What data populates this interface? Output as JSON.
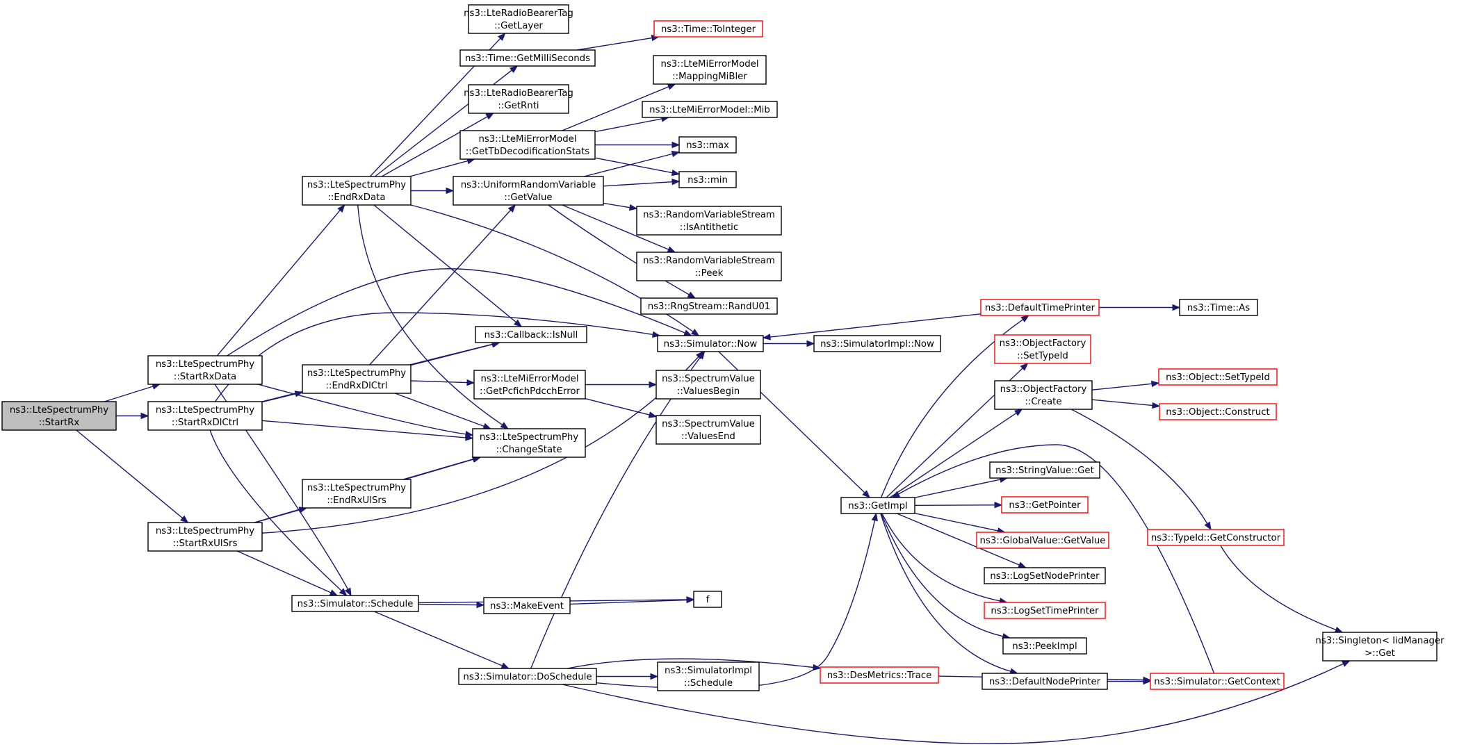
{
  "nodes": [
    {
      "id": "startRx",
      "lines": [
        "ns3::LteSpectrumPhy",
        "::StartRx"
      ],
      "kind": "root"
    },
    {
      "id": "startRxData",
      "lines": [
        "ns3::LteSpectrumPhy",
        "::StartRxData"
      ]
    },
    {
      "id": "startRxDlCtrl",
      "lines": [
        "ns3::LteSpectrumPhy",
        "::StartRxDlCtrl"
      ]
    },
    {
      "id": "startRxUlSrs",
      "lines": [
        "ns3::LteSpectrumPhy",
        "::StartRxUlSrs"
      ]
    },
    {
      "id": "endRxData",
      "lines": [
        "ns3::LteSpectrumPhy",
        "::EndRxData"
      ]
    },
    {
      "id": "endRxDlCtrl",
      "lines": [
        "ns3::LteSpectrumPhy",
        "::EndRxDlCtrl"
      ]
    },
    {
      "id": "endRxUlSrs",
      "lines": [
        "ns3::LteSpectrumPhy",
        "::EndRxUlSrs"
      ]
    },
    {
      "id": "schedule",
      "lines": [
        "ns3::Simulator::Schedule"
      ]
    },
    {
      "id": "getLayer",
      "lines": [
        "ns3::LteRadioBearerTag",
        "::GetLayer"
      ]
    },
    {
      "id": "getMilli",
      "lines": [
        "ns3::Time::GetMilliSeconds"
      ]
    },
    {
      "id": "getRnti",
      "lines": [
        "ns3::LteRadioBearerTag",
        "::GetRnti"
      ]
    },
    {
      "id": "getTbDecod",
      "lines": [
        "ns3::LteMiErrorModel",
        "::GetTbDecodificationStats"
      ]
    },
    {
      "id": "uniformGetValue",
      "lines": [
        "ns3::UniformRandomVariable",
        "::GetValue"
      ]
    },
    {
      "id": "isNull",
      "lines": [
        "ns3::Callback::IsNull"
      ]
    },
    {
      "id": "getPcfich",
      "lines": [
        "ns3::LteMiErrorModel",
        "::GetPcfichPdcchError"
      ]
    },
    {
      "id": "changeState",
      "lines": [
        "ns3::LteSpectrumPhy",
        "::ChangeState"
      ]
    },
    {
      "id": "makeEvent",
      "lines": [
        "ns3::MakeEvent"
      ]
    },
    {
      "id": "doSchedule",
      "lines": [
        "ns3::Simulator::DoSchedule"
      ]
    },
    {
      "id": "toInteger",
      "lines": [
        "ns3::Time::ToInteger"
      ],
      "kind": "ext"
    },
    {
      "id": "mappingMiBler",
      "lines": [
        "ns3::LteMiErrorModel",
        "::MappingMiBler"
      ]
    },
    {
      "id": "mib",
      "lines": [
        "ns3::LteMiErrorModel::Mib"
      ]
    },
    {
      "id": "max",
      "lines": [
        "ns3::max"
      ]
    },
    {
      "id": "min",
      "lines": [
        "ns3::min"
      ]
    },
    {
      "id": "isAntithetic",
      "lines": [
        "ns3::RandomVariableStream",
        "::IsAntithetic"
      ]
    },
    {
      "id": "peek",
      "lines": [
        "ns3::RandomVariableStream",
        "::Peek"
      ]
    },
    {
      "id": "randU01",
      "lines": [
        "ns3::RngStream::RandU01"
      ]
    },
    {
      "id": "now",
      "lines": [
        "ns3::Simulator::Now"
      ]
    },
    {
      "id": "valuesBegin",
      "lines": [
        "ns3::SpectrumValue",
        "::ValuesBegin"
      ]
    },
    {
      "id": "valuesEnd",
      "lines": [
        "ns3::SpectrumValue",
        "::ValuesEnd"
      ]
    },
    {
      "id": "f",
      "lines": [
        "f"
      ]
    },
    {
      "id": "implSchedule",
      "lines": [
        "ns3::SimulatorImpl",
        "::Schedule"
      ]
    },
    {
      "id": "desTrace",
      "lines": [
        "ns3::DesMetrics::Trace"
      ],
      "kind": "ext"
    },
    {
      "id": "implNow",
      "lines": [
        "ns3::SimulatorImpl::Now"
      ]
    },
    {
      "id": "getImpl",
      "lines": [
        "ns3::GetImpl"
      ]
    },
    {
      "id": "defTimePrinter",
      "lines": [
        "ns3::DefaultTimePrinter"
      ],
      "kind": "ext"
    },
    {
      "id": "timeAs",
      "lines": [
        "ns3::Time::As"
      ]
    },
    {
      "id": "ofSetTypeId",
      "lines": [
        "ns3::ObjectFactory",
        "::SetTypeId"
      ],
      "kind": "ext"
    },
    {
      "id": "ofCreate",
      "lines": [
        "ns3::ObjectFactory",
        "::Create"
      ]
    },
    {
      "id": "stringGet",
      "lines": [
        "ns3::StringValue::Get"
      ]
    },
    {
      "id": "getPointer",
      "lines": [
        "ns3::GetPointer"
      ],
      "kind": "ext"
    },
    {
      "id": "globalGet",
      "lines": [
        "ns3::GlobalValue::GetValue"
      ],
      "kind": "ext"
    },
    {
      "id": "logNode",
      "lines": [
        "ns3::LogSetNodePrinter"
      ]
    },
    {
      "id": "logTime",
      "lines": [
        "ns3::LogSetTimePrinter"
      ],
      "kind": "ext"
    },
    {
      "id": "peekImpl",
      "lines": [
        "ns3::PeekImpl"
      ]
    },
    {
      "id": "defNodePrinter",
      "lines": [
        "ns3::DefaultNodePrinter"
      ]
    },
    {
      "id": "getContext",
      "lines": [
        "ns3::Simulator::GetContext"
      ],
      "kind": "ext"
    },
    {
      "id": "objSetTypeId",
      "lines": [
        "ns3::Object::SetTypeId"
      ],
      "kind": "ext"
    },
    {
      "id": "objConstruct",
      "lines": [
        "ns3::Object::Construct"
      ],
      "kind": "ext"
    },
    {
      "id": "getConstructor",
      "lines": [
        "ns3::TypeId::GetConstructor"
      ],
      "kind": "ext"
    },
    {
      "id": "singletonGet",
      "lines": [
        "ns3::Singleton< IidManager",
        " >::Get"
      ]
    }
  ],
  "edges": [
    [
      "startRx",
      "startRxData"
    ],
    [
      "startRx",
      "startRxDlCtrl"
    ],
    [
      "startRx",
      "startRxUlSrs"
    ],
    [
      "startRxData",
      "endRxData"
    ],
    [
      "startRxData",
      "now"
    ],
    [
      "startRxData",
      "changeState"
    ],
    [
      "startRxData",
      "schedule"
    ],
    [
      "startRxDlCtrl",
      "endRxDlCtrl"
    ],
    [
      "startRxDlCtrl",
      "isNull"
    ],
    [
      "startRxDlCtrl",
      "now"
    ],
    [
      "startRxDlCtrl",
      "changeState"
    ],
    [
      "startRxDlCtrl",
      "schedule"
    ],
    [
      "startRxUlSrs",
      "endRxUlSrs"
    ],
    [
      "startRxUlSrs",
      "changeState"
    ],
    [
      "startRxUlSrs",
      "now"
    ],
    [
      "startRxUlSrs",
      "schedule"
    ],
    [
      "endRxData",
      "getLayer"
    ],
    [
      "endRxData",
      "getMilli"
    ],
    [
      "endRxData",
      "getRnti"
    ],
    [
      "endRxData",
      "getTbDecod"
    ],
    [
      "endRxData",
      "uniformGetValue"
    ],
    [
      "endRxData",
      "isNull"
    ],
    [
      "endRxData",
      "changeState"
    ],
    [
      "endRxData",
      "now"
    ],
    [
      "endRxDlCtrl",
      "uniformGetValue"
    ],
    [
      "endRxDlCtrl",
      "isNull"
    ],
    [
      "endRxDlCtrl",
      "getPcfich"
    ],
    [
      "endRxDlCtrl",
      "changeState"
    ],
    [
      "endRxUlSrs",
      "changeState"
    ],
    [
      "getMilli",
      "toInteger"
    ],
    [
      "getTbDecod",
      "mappingMiBler"
    ],
    [
      "getTbDecod",
      "mib"
    ],
    [
      "getTbDecod",
      "max"
    ],
    [
      "getTbDecod",
      "min"
    ],
    [
      "uniformGetValue",
      "max"
    ],
    [
      "uniformGetValue",
      "min"
    ],
    [
      "uniformGetValue",
      "isAntithetic"
    ],
    [
      "uniformGetValue",
      "peek"
    ],
    [
      "uniformGetValue",
      "randU01"
    ],
    [
      "getPcfich",
      "valuesBegin"
    ],
    [
      "getPcfich",
      "valuesEnd"
    ],
    [
      "schedule",
      "makeEvent"
    ],
    [
      "schedule",
      "f"
    ],
    [
      "schedule",
      "doSchedule"
    ],
    [
      "makeEvent",
      "f"
    ],
    [
      "doSchedule",
      "now"
    ],
    [
      "doSchedule",
      "implSchedule"
    ],
    [
      "doSchedule",
      "desTrace"
    ],
    [
      "doSchedule",
      "getImpl"
    ],
    [
      "doSchedule",
      "singletonGet"
    ],
    [
      "now",
      "implNow"
    ],
    [
      "now",
      "getImpl"
    ],
    [
      "desTrace",
      "getContext"
    ],
    [
      "getImpl",
      "defTimePrinter"
    ],
    [
      "getImpl",
      "ofSetTypeId"
    ],
    [
      "getImpl",
      "ofCreate"
    ],
    [
      "getImpl",
      "stringGet"
    ],
    [
      "getImpl",
      "getPointer"
    ],
    [
      "getImpl",
      "globalGet"
    ],
    [
      "getImpl",
      "logNode"
    ],
    [
      "getImpl",
      "logTime"
    ],
    [
      "getImpl",
      "peekImpl"
    ],
    [
      "getImpl",
      "defNodePrinter"
    ],
    [
      "defTimePrinter",
      "now"
    ],
    [
      "defTimePrinter",
      "timeAs"
    ],
    [
      "ofCreate",
      "objSetTypeId"
    ],
    [
      "ofCreate",
      "objConstruct"
    ],
    [
      "ofCreate",
      "getConstructor"
    ],
    [
      "defNodePrinter",
      "getContext"
    ],
    [
      "getContext",
      "getImpl"
    ],
    [
      "getConstructor",
      "singletonGet"
    ]
  ]
}
